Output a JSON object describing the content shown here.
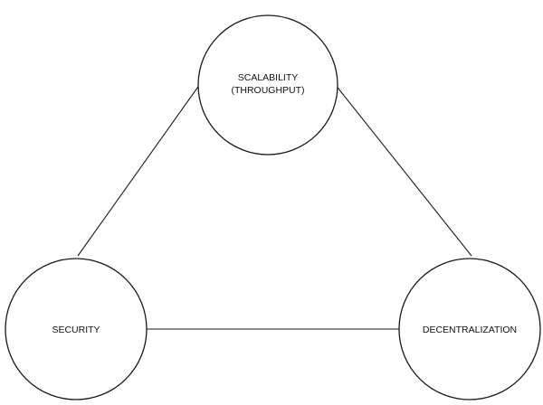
{
  "nodes": {
    "scalability": {
      "line1": "SCALABILITY",
      "line2": "(THROUGHPUT)"
    },
    "security": {
      "label": "SECURITY"
    },
    "decentralization": {
      "label": "DECENTRALIZATION"
    }
  },
  "colors": {
    "stroke": "#1a1a1a",
    "background": "#ffffff",
    "text": "#111111"
  }
}
